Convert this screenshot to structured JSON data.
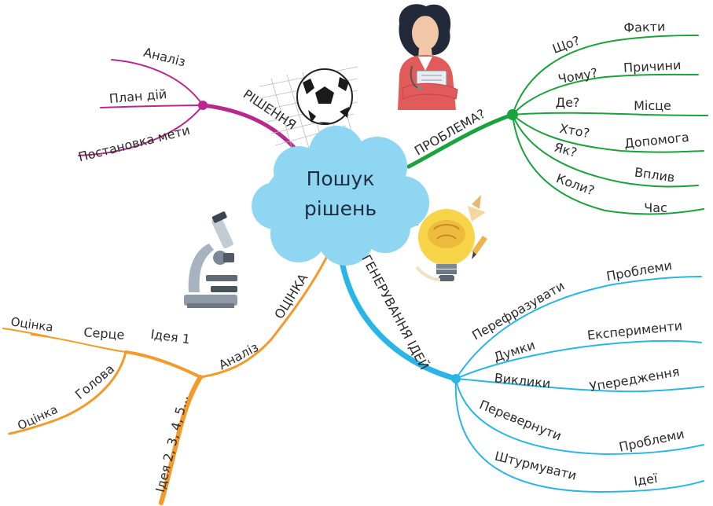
{
  "center": {
    "line1": "Пошук",
    "line2": "рішень"
  },
  "colors": {
    "problem": "#1aa23c",
    "solution": "#b8288e",
    "ideas": "#29b6e6",
    "evaluation": "#f39a28",
    "cloud": "#8fd6f3"
  },
  "icons": [
    "soccer-ball-icon",
    "doctor-icon",
    "lightbulb-icon",
    "microscope-icon"
  ],
  "problem": {
    "title": "ПРОБЛЕМА?",
    "items": [
      {
        "q": "Що?",
        "a": "Факти"
      },
      {
        "q": "Чому?",
        "a": "Причини"
      },
      {
        "q": "Де?",
        "a": "Місце"
      },
      {
        "q": "Хто?",
        "a": "Допомога"
      },
      {
        "q": "Як?",
        "a": "Вплив"
      },
      {
        "q": "Коли?",
        "a": "Час"
      }
    ]
  },
  "solution": {
    "title": "РІШЕННЯ",
    "items": [
      "Аналіз",
      "План дій",
      "Постановка мети"
    ]
  },
  "ideas": {
    "title": "ГЕНЕРУВАННЯ ІДЕЙ",
    "items": [
      {
        "a": "Перефразувати",
        "b": "Проблеми"
      },
      {
        "a": "Думки",
        "b": "Експерименти"
      },
      {
        "a": "Виклики",
        "b": "Упередження"
      },
      {
        "a": "Перевернути",
        "b": "Проблеми"
      },
      {
        "a": "Штурмувати",
        "b": "Ідеї"
      }
    ]
  },
  "evaluation": {
    "title": "ОЦІНКА",
    "analysis": "Аналіз",
    "idea1": "Ідея 1",
    "heart": "Серце",
    "head": "Голова",
    "eval1": "Оцінка",
    "eval2": "Оцінка",
    "ideas_more": "Ідея 2, 3, 4, 5..."
  }
}
